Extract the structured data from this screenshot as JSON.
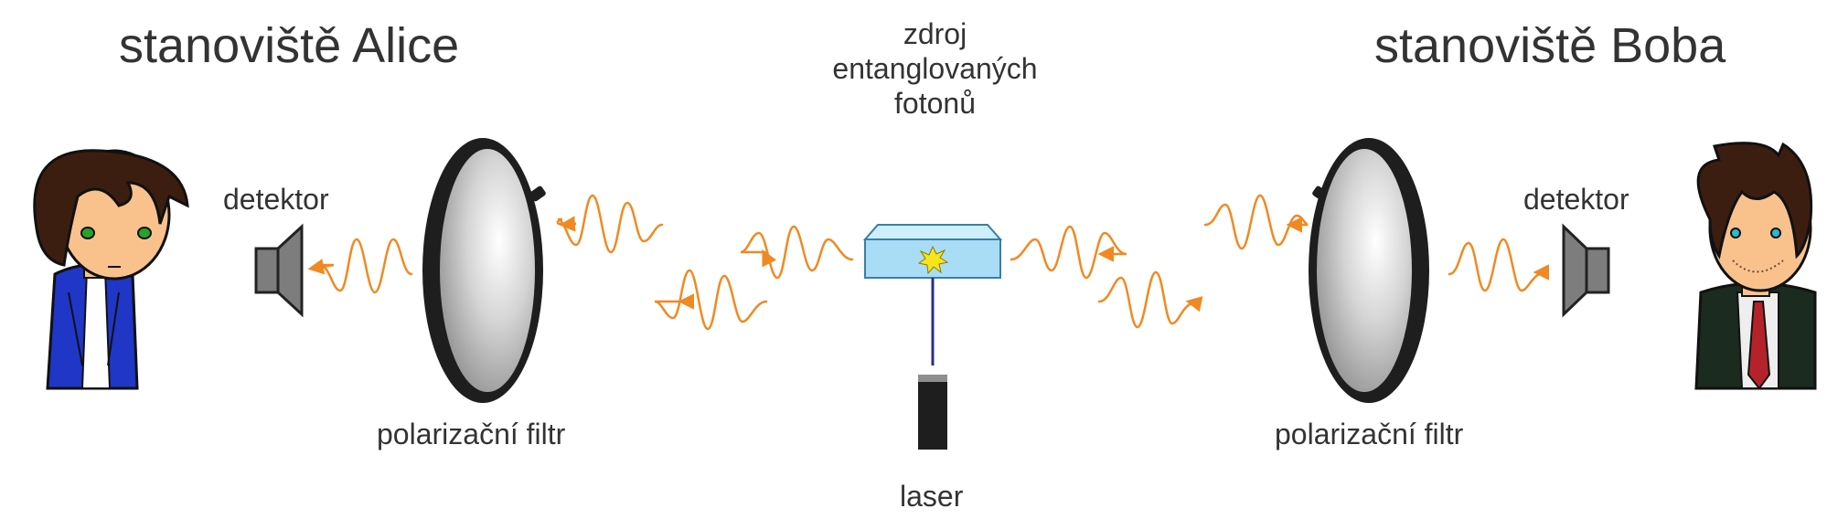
{
  "alice": {
    "station_title": "stanoviště Alice",
    "detector_label": "detektor",
    "filter_label": "polarizační filtr"
  },
  "bob": {
    "station_title": "stanoviště Boba",
    "detector_label": "detektor",
    "filter_label": "polarizační filtr"
  },
  "source": {
    "label_lines": [
      "zdroj",
      "entanglovaných",
      "fotonů"
    ]
  },
  "laser": {
    "label": "laser"
  },
  "colors": {
    "photon_wave": "#ef8a22",
    "crystal_fill": "#a9dcf5",
    "crystal_edge": "#3b7ea6",
    "spark": "#f7e51b",
    "laser_beam": "#2c2c8c",
    "filter_rim": "#1e1e1e",
    "detector": "#7d7d7d",
    "alice_jacket": "#1f36c6",
    "bob_vest": "#1b2b1f",
    "bob_tie": "#b5232a",
    "skin": "#f9c28d",
    "hair": "#3c1e10"
  },
  "icons": [
    "alice-avatar",
    "bob-avatar",
    "detector-icon",
    "polarization-filter-icon",
    "crystal-source-icon",
    "laser-device-icon",
    "photon-wave-icon"
  ]
}
